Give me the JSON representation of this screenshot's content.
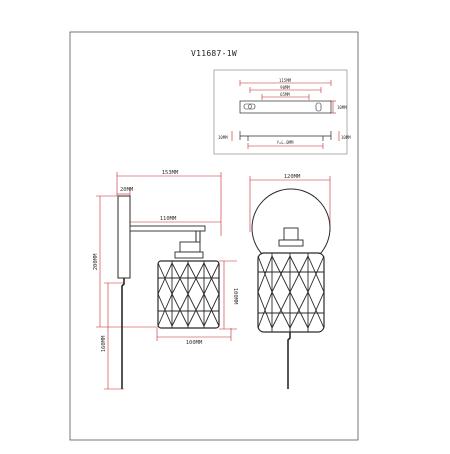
{
  "model": "V11687-1W",
  "plate_dims": {
    "overall": "115MM",
    "holes": "90MM",
    "inner": "65MM",
    "depth": "10MM",
    "side_left": "10MM",
    "side_right": "10MM",
    "thread": "Y=L.0MM"
  },
  "side_dims": {
    "arm_length": "153MM",
    "plate_width": "20MM",
    "arm_inner": "110MM",
    "height": "200MM",
    "cord_length": "160MM",
    "shade_width": "100MM",
    "shade_height": "100MM"
  },
  "front_dims": {
    "globe_width": "120MM"
  },
  "colors": {
    "dimension": "#c8242a",
    "line": "#2a2a2a"
  }
}
